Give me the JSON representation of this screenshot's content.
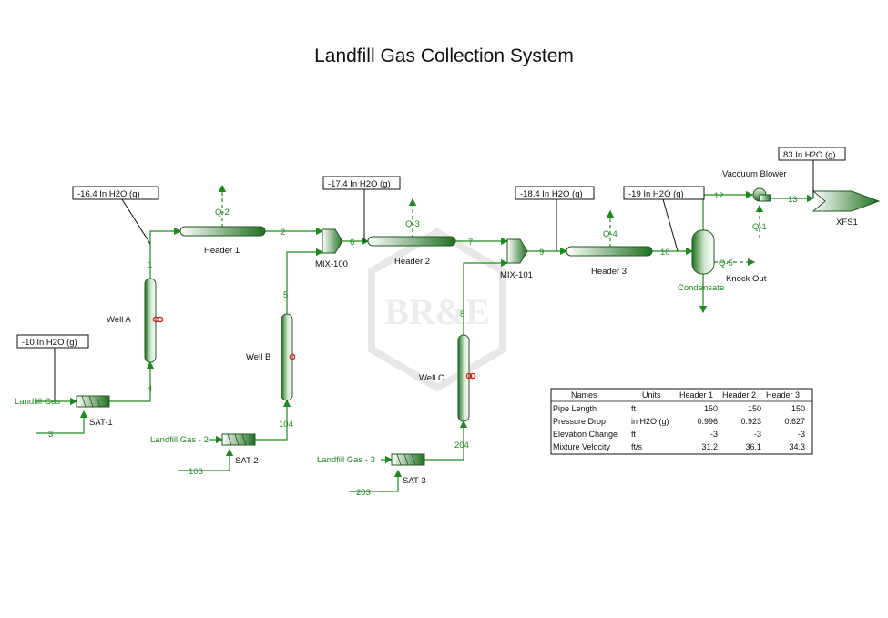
{
  "title": "Landfill Gas Collection System",
  "watermark": "BR&E",
  "callouts": {
    "c1": "-16.4  In H2O (g)",
    "c2": "-17.4  In H2O (g)",
    "c3": "-18.4  In H2O (g)",
    "c4": "-19  In H2O (g)",
    "c5": "83  In H2O (g)",
    "c6": "-10  In H2O (g)"
  },
  "units": {
    "well_a": "Well A",
    "well_b": "Well B",
    "well_c": "Well C",
    "header1": "Header 1",
    "header2": "Header 2",
    "header3": "Header 3",
    "mix100": "MIX-100",
    "mix101": "MIX-101",
    "sat1": "SAT-1",
    "sat2": "SAT-2",
    "sat3": "SAT-3",
    "knock_out": "Knock Out",
    "condensate": "Condensate",
    "vacuum_blower": "Vaccuum Blower",
    "xfs1": "XFS1"
  },
  "streams": {
    "s1": "1",
    "s2": "2",
    "s3": "3",
    "s4": "4",
    "s5": "5",
    "s6": "6",
    "s7": "7",
    "s8": "8",
    "s9": "9",
    "s10": "10",
    "s12": "12",
    "s13": "13",
    "s103": "103",
    "s104": "104",
    "s203": "203",
    "s204": "204",
    "q1": "Q-1",
    "q2": "Q-2",
    "q3": "Q-3",
    "q4": "Q-4",
    "q5": "Q-5",
    "lg1": "Landfill Gas",
    "lg2": "Landfill Gas - 2",
    "lg3": "Landfill Gas - 3"
  },
  "table": {
    "headers": [
      "Names",
      "Units",
      "Header 1",
      "Header 2",
      "Header 3"
    ],
    "rows": [
      [
        "Pipe Length",
        "ft",
        "150",
        "150",
        "150"
      ],
      [
        "Pressure Drop",
        "in H2O (g)",
        "0.996",
        "0.923",
        "0.627"
      ],
      [
        "Elevation Change",
        "ft",
        "-3",
        "-3",
        "-3"
      ],
      [
        "Mixture Velocity",
        "ft/s",
        "31.2",
        "36.1",
        "34.3"
      ]
    ]
  },
  "colors": {
    "stream": "#1e8a1e",
    "equipment_dark": "#1f6f1f",
    "equipment_light": "#e9f4e9",
    "port": "#d42020"
  }
}
